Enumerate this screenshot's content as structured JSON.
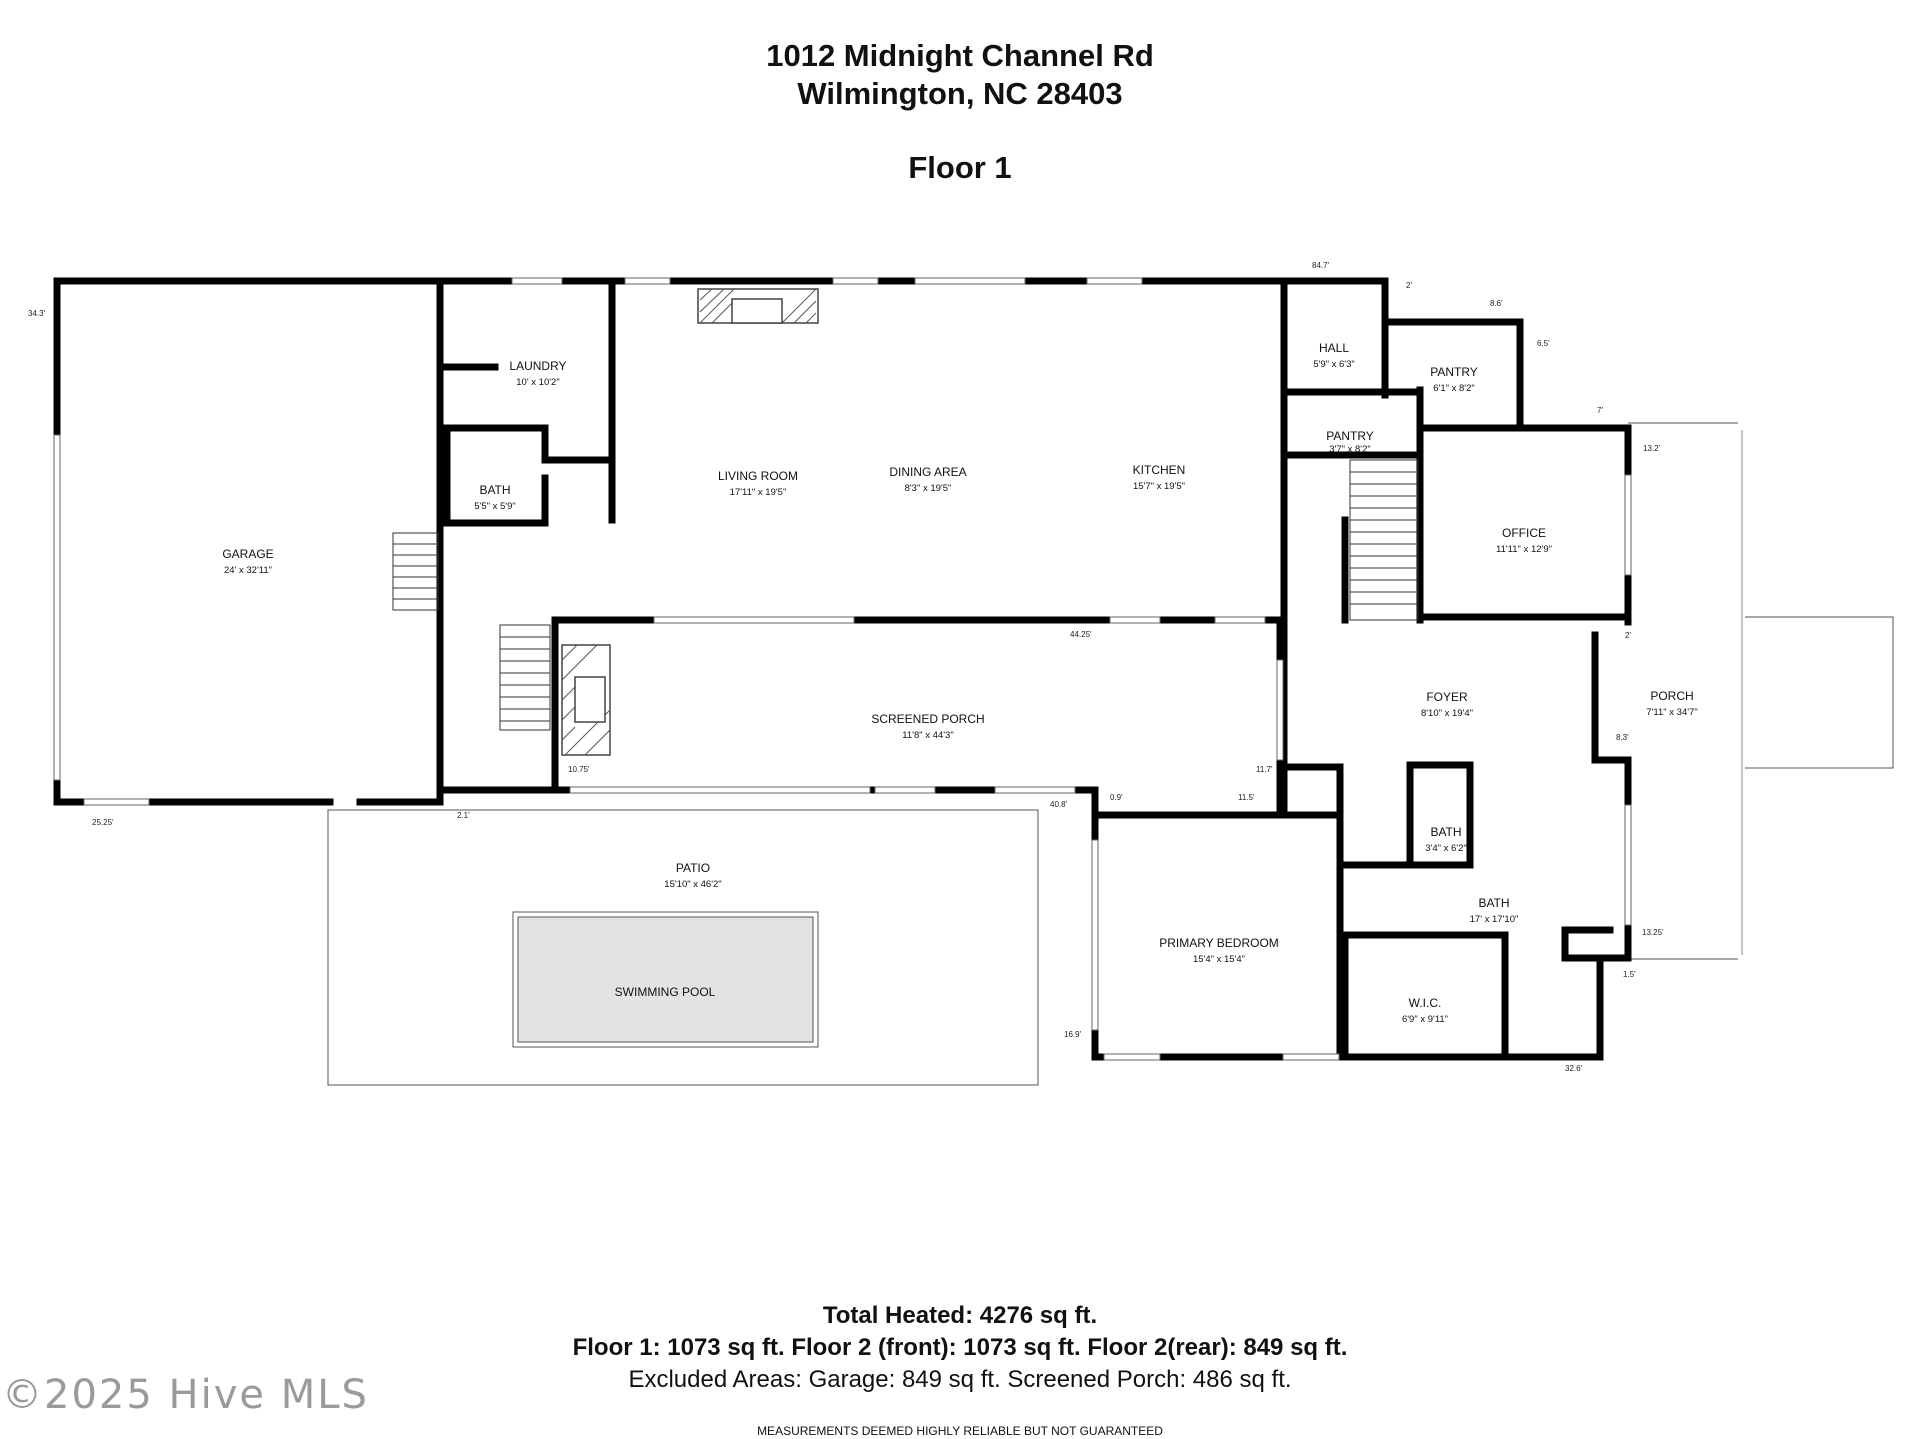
{
  "header": {
    "address_line1": "1012 Midnight Channel Rd",
    "address_line2": "Wilmington, NC 28403",
    "floor_label": "Floor 1"
  },
  "rooms": [
    {
      "key": "garage",
      "name": "GARAGE",
      "dims": "24' x 32'11\""
    },
    {
      "key": "laundry",
      "name": "LAUNDRY",
      "dims": "10' x 10'2\""
    },
    {
      "key": "bath1",
      "name": "BATH",
      "dims": "5'5\" x 5'9\""
    },
    {
      "key": "living",
      "name": "LIVING ROOM",
      "dims": "17'11\" x 19'5\""
    },
    {
      "key": "dining",
      "name": "DINING AREA",
      "dims": "8'3\" x 19'5\""
    },
    {
      "key": "kitchen",
      "name": "KITCHEN",
      "dims": "15'7\" x 19'5\""
    },
    {
      "key": "hall",
      "name": "HALL",
      "dims": "5'9\" x 6'3\""
    },
    {
      "key": "pantry1",
      "name": "PANTRY",
      "dims": "6'1\" x 8'2\""
    },
    {
      "key": "pantry2",
      "name": "PANTRY",
      "dims": "3'7\" x 8'2\""
    },
    {
      "key": "office",
      "name": "OFFICE",
      "dims": "11'11\" x 12'9\""
    },
    {
      "key": "screened",
      "name": "SCREENED PORCH",
      "dims": "11'8\" x 44'3\""
    },
    {
      "key": "foyer",
      "name": "FOYER",
      "dims": "8'10\" x 19'4\""
    },
    {
      "key": "porch",
      "name": "PORCH",
      "dims": "7'11\" x 34'7\""
    },
    {
      "key": "bath2",
      "name": "BATH",
      "dims": "3'4\" x 6'2\""
    },
    {
      "key": "bath3",
      "name": "BATH",
      "dims": "17' x 17'10\""
    },
    {
      "key": "patio",
      "name": "PATIO",
      "dims": "15'10\" x 46'2\""
    },
    {
      "key": "pool",
      "name": "SWIMMING POOL",
      "dims": ""
    },
    {
      "key": "primary",
      "name": "PRIMARY BEDROOM",
      "dims": "15'4\" x 15'4\""
    },
    {
      "key": "wic",
      "name": "W.I.C.",
      "dims": "6'9\" x 9'11\""
    }
  ],
  "measurements": [
    "84.7'",
    "2'",
    "8.6'",
    "6.5'",
    "7'",
    "13.2'",
    "34.3'",
    "2'",
    "44.25'",
    "8.3'",
    "10.75'",
    "11.7'",
    "11.5'",
    "40.8'",
    "0.9'",
    "2.1'",
    "25.25'",
    "13.25'",
    "1.5'",
    "16.9'",
    "32.6'"
  ],
  "footer": {
    "total_heated": "Total Heated: 4276 sq ft.",
    "floor_breakdown": "Floor 1: 1073 sq ft. Floor 2 (front): 1073 sq ft. Floor 2(rear): 849 sq ft.",
    "excluded": "Excluded Areas: Garage: 849 sq ft. Screened Porch: 486 sq ft.",
    "disclaimer": "MEASUREMENTS DEEMED HIGHLY RELIABLE BUT NOT GUARANTEED"
  },
  "watermark": "©2025 Hive MLS"
}
